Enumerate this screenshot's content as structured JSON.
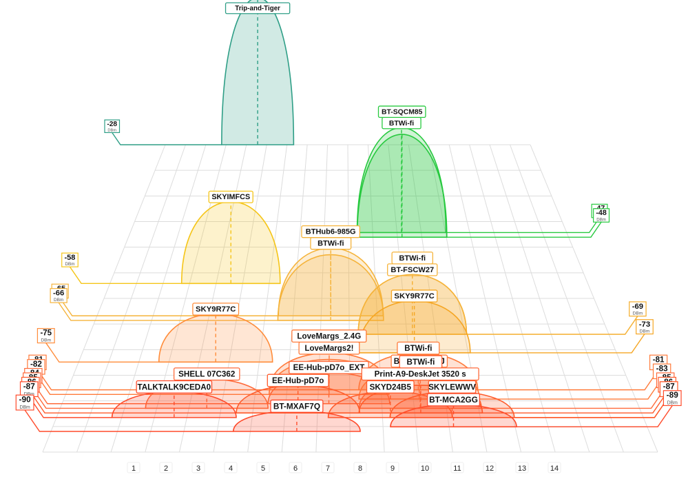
{
  "chart_data": {
    "type": "area",
    "title": "",
    "xlabel": "",
    "ylabel": "",
    "x_categories": [
      "1",
      "2",
      "3",
      "4",
      "5",
      "6",
      "7",
      "8",
      "9",
      "10",
      "11",
      "12",
      "13",
      "14"
    ],
    "ylim": [
      -90,
      -28
    ],
    "unit": "DBm",
    "depth_order": "stronger signals drawn further back",
    "colors": {
      "grid": "#dcdcdc",
      "strong": "#2e9e86",
      "very_good": "#27c93f",
      "good": "#f5c518",
      "medium": "#f5a623",
      "weak": "#ff7a3a",
      "very_weak": "#ff4a2a"
    },
    "networks": [
      {
        "ssid": "Trip-and-Tiger",
        "channel": 3,
        "signal": -28,
        "color": "#2e9e86"
      },
      {
        "ssid": "BTWi-fi",
        "channel": 10,
        "signal": -47,
        "color": "#27c93f"
      },
      {
        "ssid": "BT-SQCM85",
        "channel": 10,
        "signal": -48,
        "color": "#27c93f"
      },
      {
        "ssid": "SKYIMFCS",
        "channel": 3,
        "signal": -58,
        "color": "#f5c518"
      },
      {
        "ssid": "BTWi-fi",
        "channel": 7,
        "signal": -65,
        "color": "#f5b33a"
      },
      {
        "ssid": "BTHub6-985G",
        "channel": 7,
        "signal": -66,
        "color": "#f5b33a"
      },
      {
        "ssid": "BTWi-fi",
        "channel": 10,
        "signal": -69,
        "color": "#f5b33a"
      },
      {
        "ssid": "BT-FSCW27",
        "channel": 10,
        "signal": -69,
        "color": "#f5b33a"
      },
      {
        "ssid": "SKY9R77C",
        "channel": 10,
        "signal": -73,
        "color": "#f5a623"
      },
      {
        "ssid": "SKY9R77C",
        "channel": 3,
        "signal": -75,
        "color": "#ff8c3a"
      },
      {
        "ssid": "LoveMargs2!",
        "channel": 7,
        "signal": -81,
        "color": "#ff7a3a"
      },
      {
        "ssid": "BTWi-fi",
        "channel": 10,
        "signal": -81,
        "color": "#ff7a3a"
      },
      {
        "ssid": "LoveMargs_2.4G",
        "channel": 7,
        "signal": -82,
        "color": "#ff7a3a"
      },
      {
        "ssid": "BTB-3GCGFJ",
        "channel": 10,
        "signal": -83,
        "color": "#ff7a3a"
      },
      {
        "ssid": "EE-Hub-pD7o_EXT",
        "channel": 7,
        "signal": -84,
        "color": "#ff6a3a"
      },
      {
        "ssid": "SHELL 07C362",
        "channel": 3,
        "signal": -85,
        "color": "#ff6a3a"
      },
      {
        "ssid": "Print-A9-DeskJet 3520 s",
        "channel": 10,
        "signal": -85,
        "color": "#ff6a3a"
      },
      {
        "ssid": "EE-Hub-pD7o",
        "channel": 6,
        "signal": -86,
        "color": "#ff5a2a"
      },
      {
        "ssid": "BTWi-fi",
        "channel": 10,
        "signal": -86,
        "color": "#ff5a2a"
      },
      {
        "ssid": "SKYD24B5",
        "channel": 9,
        "signal": -87,
        "color": "#ff5a2a"
      },
      {
        "ssid": "SKYLEWWV",
        "channel": 11,
        "signal": -87,
        "color": "#ff5a2a"
      },
      {
        "ssid": "TALKTALK9CEDA0",
        "channel": 2,
        "signal": -87,
        "color": "#ff4a2a"
      },
      {
        "ssid": "BT-MCA2GG",
        "channel": 11,
        "signal": -89,
        "color": "#ff4a2a"
      },
      {
        "ssid": "BT-MXAF7Q",
        "channel": 6,
        "signal": -90,
        "color": "#ff4a2a"
      }
    ]
  }
}
